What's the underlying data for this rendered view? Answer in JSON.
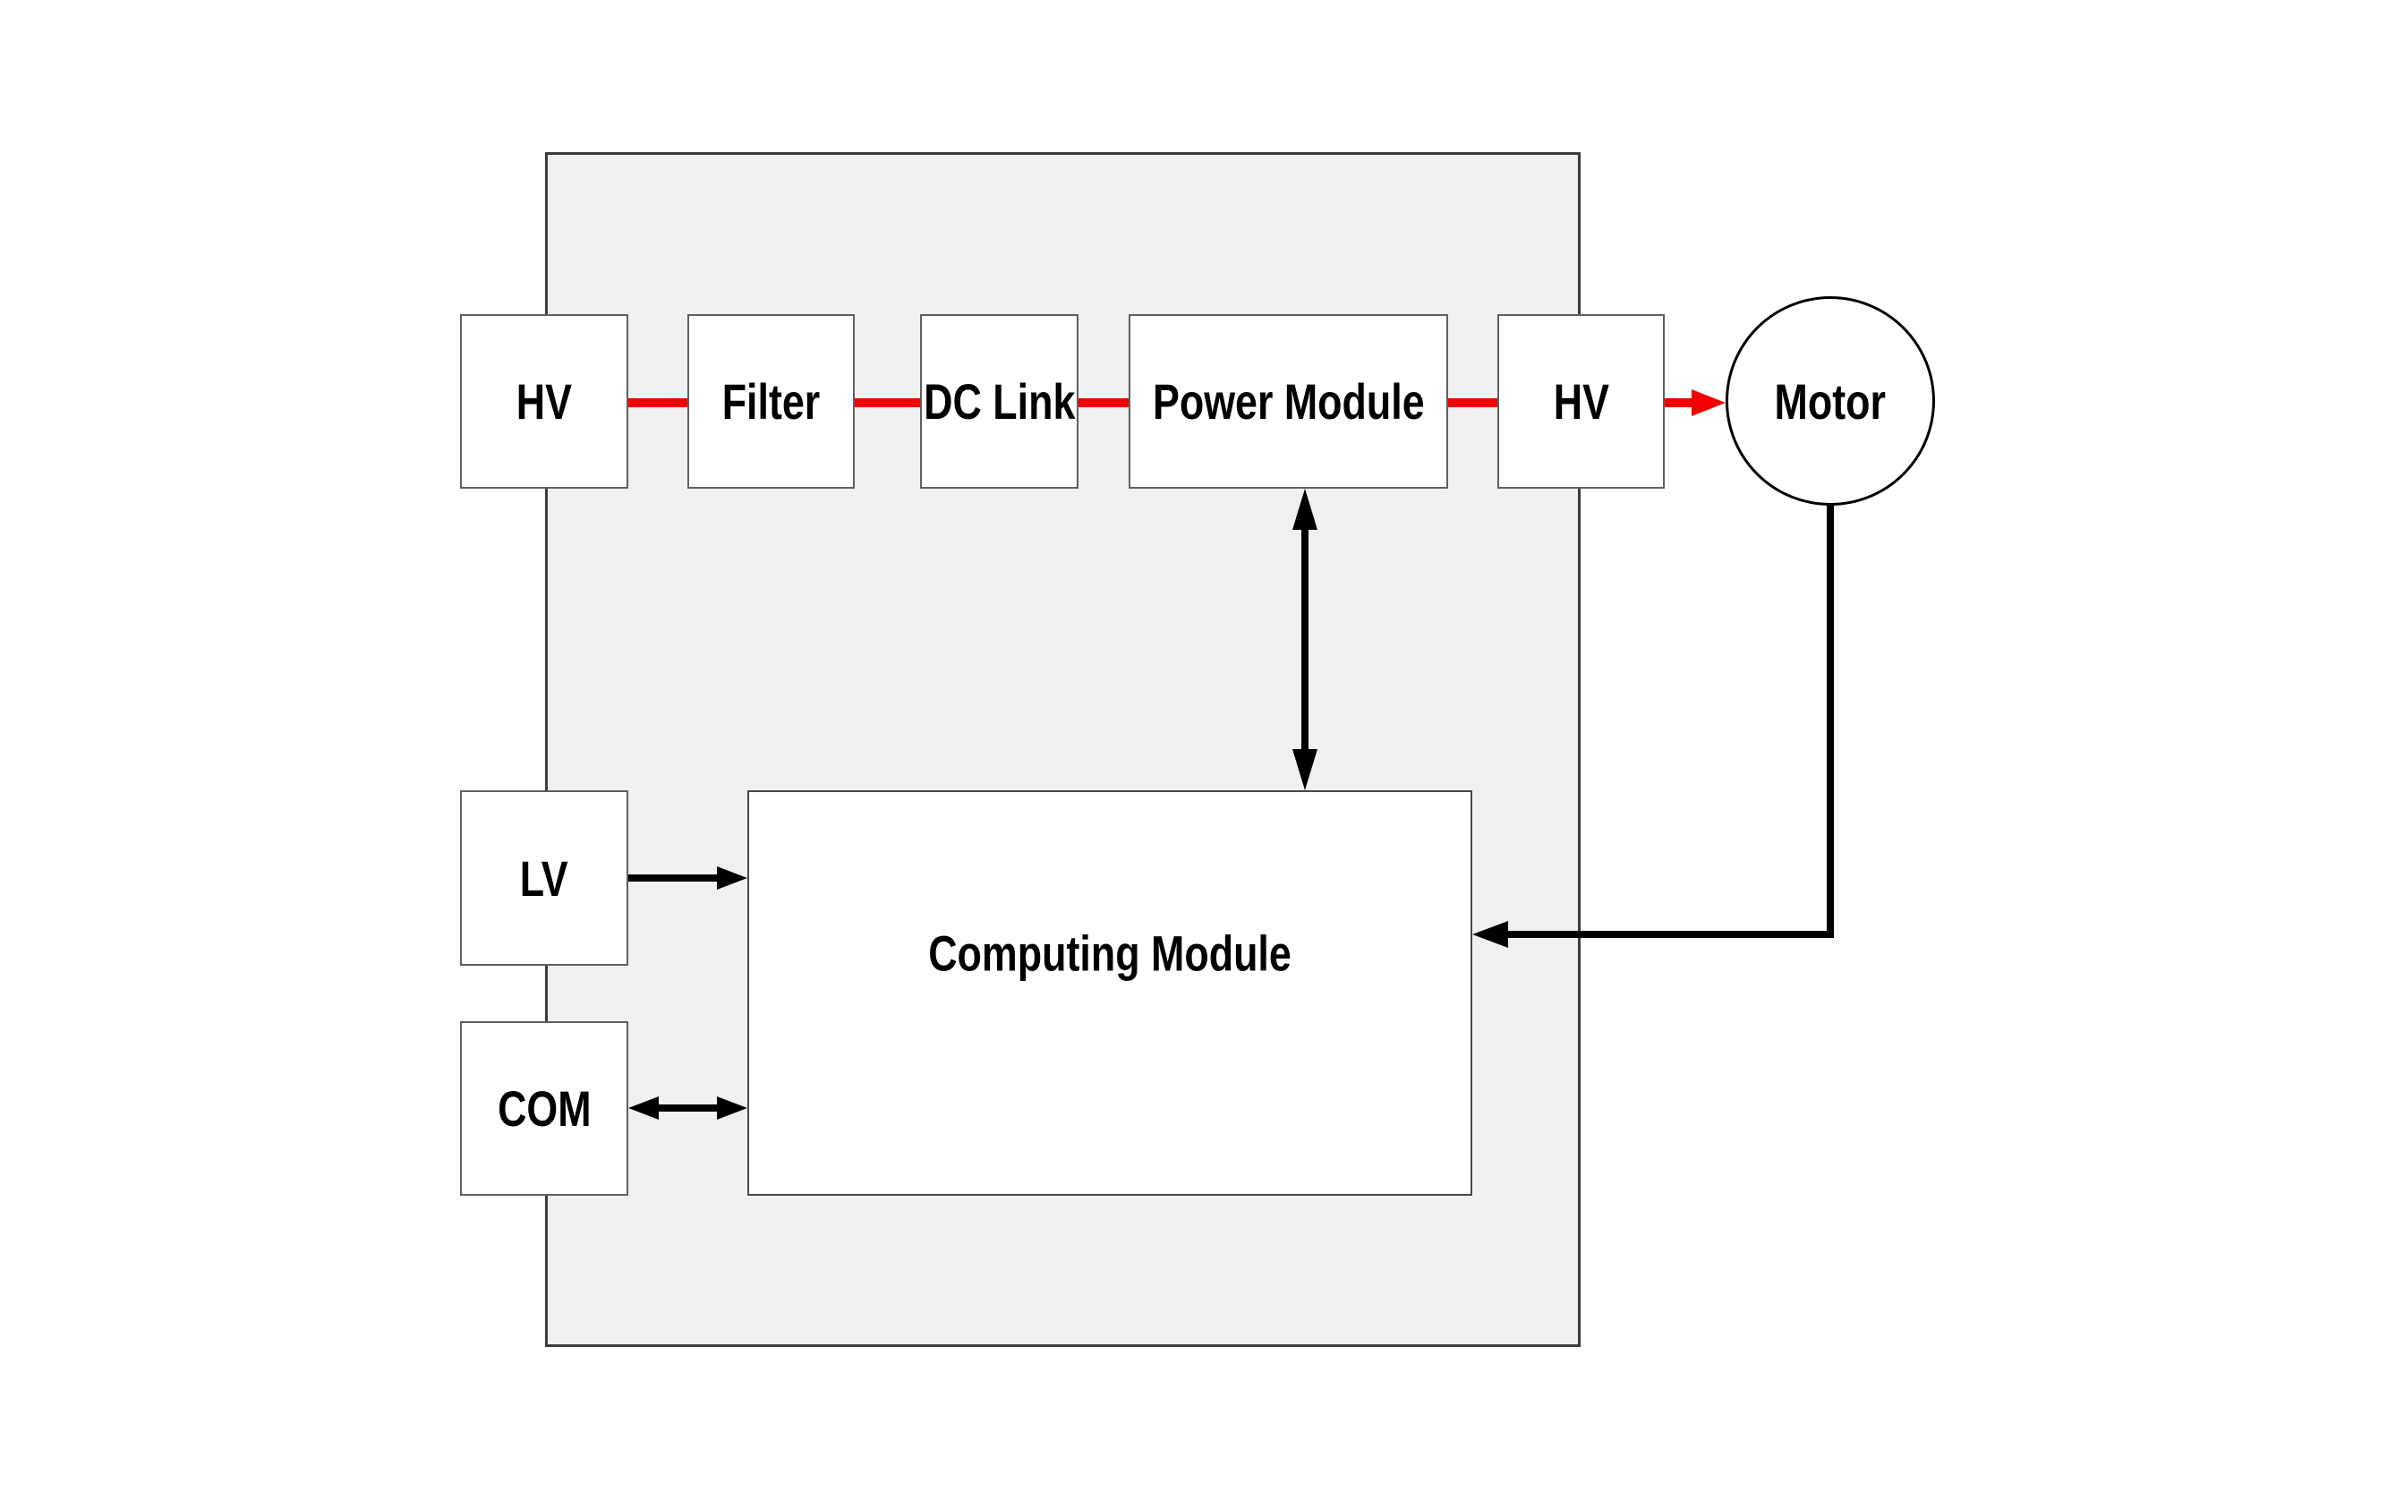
{
  "figure": {
    "type": "block-diagram",
    "description": "Motor drive system block diagram with gray enclosure"
  },
  "blocks": {
    "hv_input": "HV",
    "filter": "Filter",
    "dc_link": "DC Link",
    "power_module": "Power Module",
    "hv_output": "HV",
    "motor": "Motor",
    "lv": "LV",
    "com": "COM",
    "computing_module": "Computing Module"
  },
  "colors": {
    "power_line": "#f20000",
    "signal_line": "#000000",
    "enclosure_fill": "#f0f0f0",
    "enclosure_border": "#3c3c3c",
    "box_fill": "#ffffff",
    "box_border": "#5f5f5f",
    "text": "#000000",
    "background": "#ffffff"
  },
  "edges": [
    {
      "from": "HV (input)",
      "to": "Filter",
      "line": "power",
      "arrows": "none"
    },
    {
      "from": "Filter",
      "to": "DC Link",
      "line": "power",
      "arrows": "none"
    },
    {
      "from": "DC Link",
      "to": "Power Module",
      "line": "power",
      "arrows": "none"
    },
    {
      "from": "Power Module",
      "to": "HV (output)",
      "line": "power",
      "arrows": "none"
    },
    {
      "from": "HV (output)",
      "to": "Motor",
      "line": "power",
      "arrows": "to"
    },
    {
      "from": "Power Module",
      "to": "Computing Module",
      "line": "signal",
      "arrows": "both"
    },
    {
      "from": "LV",
      "to": "Computing Module",
      "line": "signal",
      "arrows": "to"
    },
    {
      "from": "COM",
      "to": "Computing Module",
      "line": "signal",
      "arrows": "both"
    },
    {
      "from": "Motor",
      "to": "Computing Module",
      "line": "signal",
      "arrows": "to"
    }
  ]
}
